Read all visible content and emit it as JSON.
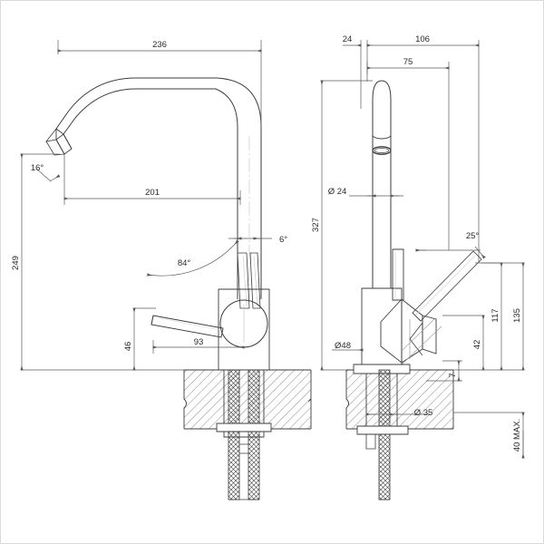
{
  "drawing": {
    "title": "Kitchen mixer tap technical dimension drawing",
    "units": "mm",
    "line_color": "#3c3c3c",
    "dim_color": "#5a5a5a",
    "text_color": "#2b2b2b",
    "background": "#ffffff",
    "views": [
      {
        "name": "side-elevation",
        "label": ""
      },
      {
        "name": "front-elevation",
        "label": ""
      }
    ]
  },
  "dimensions": {
    "side_view": {
      "spout_reach": "236",
      "spout_reach_inner": "201",
      "spout_height": "249",
      "aerator_angle": "16°",
      "handle_swing_angle": "84°",
      "column_taper_angle": "6°",
      "handle_height": "46",
      "handle_projection": "93"
    },
    "front_view": {
      "body_offset": "24",
      "overall_width": "106",
      "lever_offset": "75",
      "total_height": "327",
      "spout_diameter": "Ø 24",
      "base_diameter": "Ø48",
      "hole_diameter": "Ø 35",
      "lever_angle": "25°",
      "lever_height": "135",
      "lever_pivot_height": "117",
      "body_detail_height": "42",
      "base_clearance": "7",
      "worktop_thickness": "40 MAX."
    }
  }
}
